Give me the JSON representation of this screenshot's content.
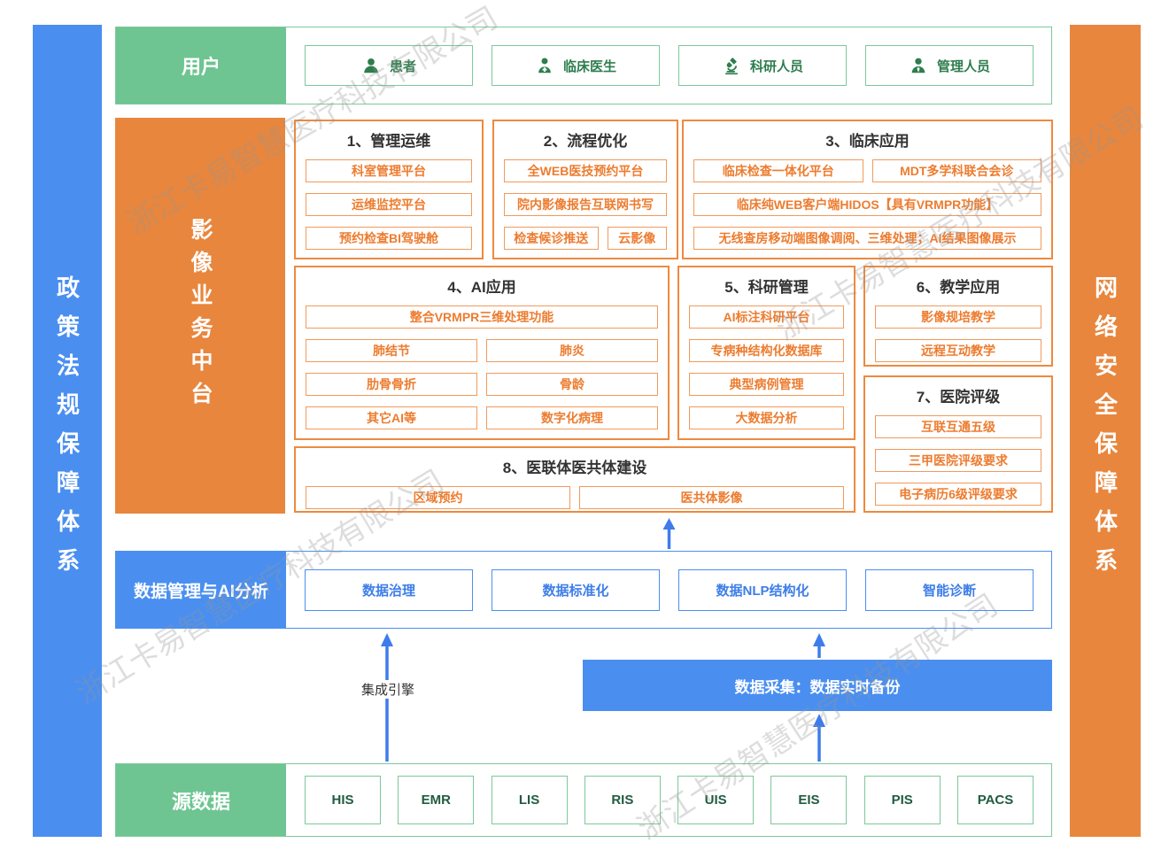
{
  "watermark": {
    "text": "浙江卡易智慧医疗科技有限公司",
    "color": "#D2D2D2"
  },
  "colors": {
    "green": "#6EC591",
    "green_border": "#7CC99B",
    "green_text": "#2E7D4E",
    "orange": "#E8863D",
    "orange_border": "#ED8A3F",
    "orange_text": "#ED7C2F",
    "blue": "#4A8FF0",
    "blue_text": "#3D7EE8",
    "arrow": "#3E7CEC"
  },
  "left_bar": {
    "label": "政策法规保障体系"
  },
  "right_bar": {
    "label": "网络安全保障体系"
  },
  "users": {
    "label": "用户",
    "items": [
      {
        "label": "患者",
        "icon": "patient-icon"
      },
      {
        "label": "临床医生",
        "icon": "doctor-icon"
      },
      {
        "label": "科研人员",
        "icon": "microscope-icon"
      },
      {
        "label": "管理人员",
        "icon": "manager-icon"
      }
    ]
  },
  "platform": {
    "label": "影像业务中台",
    "sections": [
      {
        "title": "1、管理运维",
        "items": [
          "科室管理平台",
          "运维监控平台",
          "预约检查BI驾驶舱"
        ]
      },
      {
        "title": "2、流程优化",
        "items": [
          "全WEB医技预约平台",
          "院内影像报告互联网书写",
          "检查候诊推送",
          "云影像"
        ]
      },
      {
        "title": "3、临床应用",
        "items": [
          "临床检查一体化平台",
          "MDT多学科联合会诊",
          "临床纯WEB客户端HIDOS【具有VRMPR功能】",
          "无线查房移动端图像调阅、三维处理；AI结果图像展示"
        ]
      },
      {
        "title": "4、AI应用",
        "items": [
          "整合VRMPR三维处理功能",
          "肺结节",
          "肺炎",
          "肋骨骨折",
          "骨龄",
          "其它AI等",
          "数字化病理"
        ]
      },
      {
        "title": "5、科研管理",
        "items": [
          "AI标注科研平台",
          "专病种结构化数据库",
          "典型病例管理",
          "大数据分析"
        ]
      },
      {
        "title": "6、教学应用",
        "items": [
          "影像规培教学",
          "远程互动教学"
        ]
      },
      {
        "title": "7、医院评级",
        "items": [
          "互联互通五级",
          "三甲医院评级要求",
          "电子病历6级评级要求"
        ]
      },
      {
        "title": "8、医联体医共体建设",
        "items": [
          "区域预约",
          "医共体影像"
        ]
      }
    ]
  },
  "data_mgmt": {
    "label": "数据管理与AI分析",
    "items": [
      "数据治理",
      "数据标准化",
      "数据NLP结构化",
      "智能诊断"
    ]
  },
  "integration": {
    "engine_label": "集成引擎",
    "collection_label": "数据采集：数据实时备份"
  },
  "source": {
    "label": "源数据",
    "items": [
      "HIS",
      "EMR",
      "LIS",
      "RIS",
      "UIS",
      "EIS",
      "PIS",
      "PACS"
    ]
  }
}
